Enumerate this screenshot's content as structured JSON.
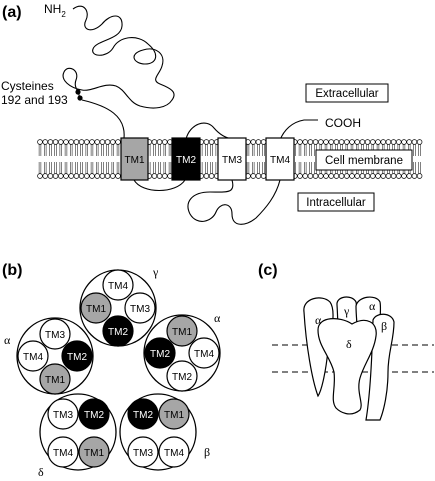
{
  "panel_a": {
    "tag": "(a)",
    "nh2": "NH",
    "nh2_sub": "2",
    "cooh": "COOH",
    "cysteines_line1": "Cysteines",
    "cysteines_line2": "192 and 193",
    "extracellular": "Extracellular",
    "cell_membrane": "Cell membrane",
    "intracellular": "Intracellular",
    "tm1": "TM1",
    "tm2": "TM2",
    "tm3": "TM3",
    "tm4": "TM4"
  },
  "panel_b": {
    "tag": "(b)",
    "subunits": [
      {
        "greek": "γ",
        "tm4": "TM4",
        "tm1": "TM1",
        "tm3": "TM3",
        "tm2": "TM2"
      },
      {
        "greek": "α",
        "tm1": "TM1",
        "tm2": "TM2",
        "tm4": "TM4",
        "tm3": "TM2"
      },
      {
        "greek": "β",
        "tm2": "TM2",
        "tm1": "TM1",
        "tm3": "TM3",
        "tm4": "TM4"
      },
      {
        "greek": "δ",
        "tm3": "TM3",
        "tm2": "TM2",
        "tm4": "TM4",
        "tm1": "TM1"
      },
      {
        "greek": "α",
        "tm3": "TM3",
        "tm4": "TM4",
        "tm2": "TM2",
        "tm1": "TM1"
      }
    ]
  },
  "panel_c": {
    "tag": "(c)",
    "alpha_left": "α",
    "gamma": "γ",
    "alpha_right": "α",
    "beta": "β",
    "delta": "δ"
  },
  "colors": {
    "tm1": "#a6a6a6",
    "tm2": "#000000",
    "plain": "#ffffff",
    "line": "#000000"
  }
}
